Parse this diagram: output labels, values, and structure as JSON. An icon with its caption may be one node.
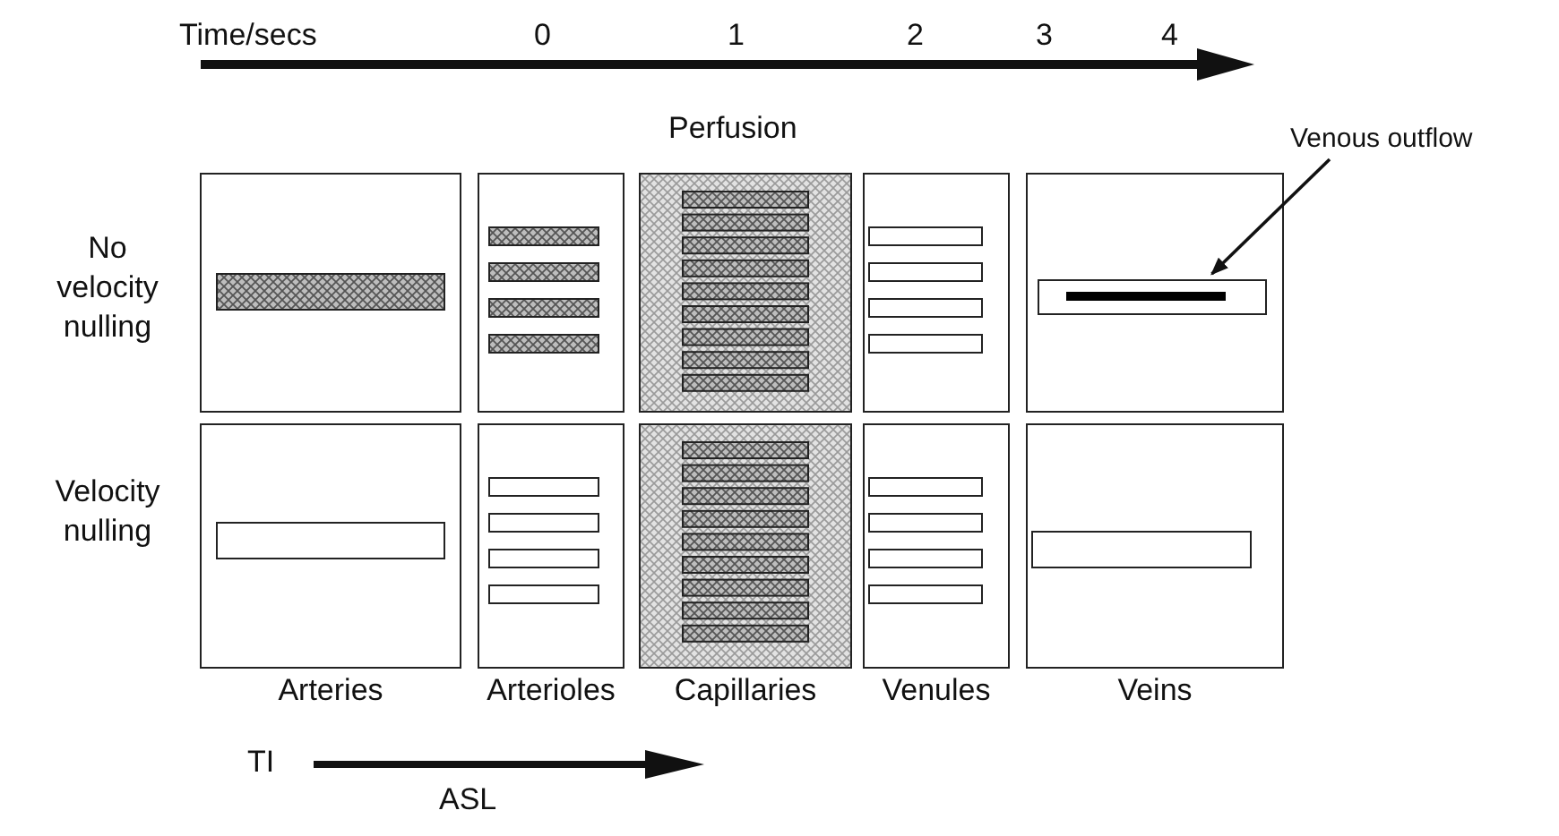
{
  "diagram": {
    "nodes": [
      {
        "text": [
          "Venous outflow"
        ]
      },
      {
        "text": [],
        "shape": "bar"
      }
    ],
    "edges": [
      {
        "from": 0,
        "to": 1,
        "arrow": "to"
      }
    ],
    "labels": [
      "Time/secs",
      "0",
      "1",
      "2",
      "3",
      "4",
      "Perfusion",
      "No velocity nulling",
      "Velocity nulling",
      "Arteries",
      "Arterioles",
      "Capillaries",
      "Venules",
      "Veins",
      "TI",
      "ASL"
    ]
  }
}
